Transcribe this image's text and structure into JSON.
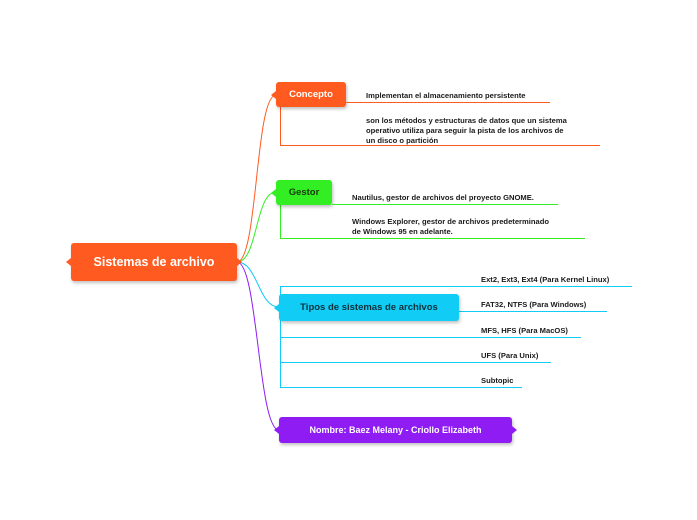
{
  "root": {
    "label": "Sistemas de archivo",
    "color": "#ff5a1f"
  },
  "branches": {
    "concepto": {
      "label": "Concepto",
      "color": "#ff5a1f",
      "items": [
        "Implementan el almacenamiento persistente",
        [
          "son los métodos y estructuras de datos que un sistema",
          "operativo utiliza para seguir la pista de los archivos de",
          "un disco o partición"
        ]
      ]
    },
    "gestor": {
      "label": "Gestor",
      "color": "#33ee22",
      "items": [
        "Nautilus, gestor de archivos del proyecto GNOME.",
        [
          "Windows Explorer, gestor de archivos predeterminado",
          "de Windows 95 en adelante."
        ]
      ]
    },
    "tipos": {
      "label": "Tipos de sistemas de archivos",
      "color": "#11ccf5",
      "items": [
        "Ext2, Ext3, Ext4 (Para Kernel Linux)",
        "FAT32, NTFS (Para Windows)",
        "MFS, HFS (Para MacOS)",
        "UFS (Para Unix)",
        "Subtopic"
      ]
    },
    "nombre": {
      "label": "Nombre: Baez Melany - Criollo Elizabeth",
      "color": "#8f1cf2"
    }
  }
}
